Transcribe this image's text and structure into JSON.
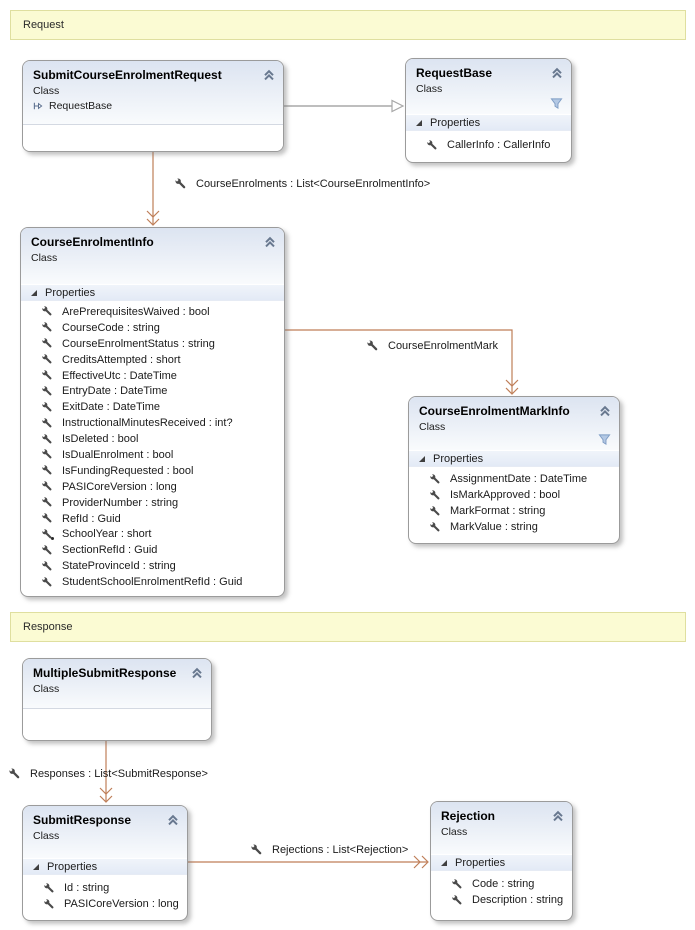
{
  "banners": {
    "request": "Request",
    "response": "Response"
  },
  "classes": {
    "submit_course_enrolment_request": {
      "title": "SubmitCourseEnrolmentRequest",
      "stereotype": "Class",
      "inherits": "RequestBase"
    },
    "request_base": {
      "title": "RequestBase",
      "stereotype": "Class",
      "section": "Properties",
      "has_filter": true,
      "properties": [
        {
          "icon": "wrench",
          "label": "CallerInfo : CallerInfo"
        }
      ]
    },
    "course_enrolment_info": {
      "title": "CourseEnrolmentInfo",
      "stereotype": "Class",
      "section": "Properties",
      "has_filter": false,
      "properties": [
        {
          "icon": "wrench",
          "label": "ArePrerequisitesWaived : bool"
        },
        {
          "icon": "wrench",
          "label": "CourseCode : string"
        },
        {
          "icon": "wrench",
          "label": "CourseEnrolmentStatus : string"
        },
        {
          "icon": "wrench",
          "label": "CreditsAttempted : short"
        },
        {
          "icon": "wrench",
          "label": "EffectiveUtc : DateTime"
        },
        {
          "icon": "wrench",
          "label": "EntryDate : DateTime"
        },
        {
          "icon": "wrench",
          "label": "ExitDate : DateTime"
        },
        {
          "icon": "wrench",
          "label": "InstructionalMinutesReceived : int?"
        },
        {
          "icon": "wrench",
          "label": "IsDeleted : bool"
        },
        {
          "icon": "wrench",
          "label": "IsDualEnrolment : bool"
        },
        {
          "icon": "wrench",
          "label": "IsFundingRequested : bool"
        },
        {
          "icon": "wrench",
          "label": "PASICoreVersion : long"
        },
        {
          "icon": "wrench",
          "label": "ProviderNumber : string"
        },
        {
          "icon": "wrench",
          "label": "RefId : Guid"
        },
        {
          "icon": "wrench-modifier",
          "label": "SchoolYear : short"
        },
        {
          "icon": "wrench",
          "label": "SectionRefId : Guid"
        },
        {
          "icon": "wrench",
          "label": "StateProvinceId : string"
        },
        {
          "icon": "wrench",
          "label": "StudentSchoolEnrolmentRefId : Guid"
        }
      ]
    },
    "course_enrolment_mark_info": {
      "title": "CourseEnrolmentMarkInfo",
      "stereotype": "Class",
      "section": "Properties",
      "has_filter": true,
      "properties": [
        {
          "icon": "wrench",
          "label": "AssignmentDate : DateTime"
        },
        {
          "icon": "wrench",
          "label": "IsMarkApproved : bool"
        },
        {
          "icon": "wrench",
          "label": "MarkFormat : string"
        },
        {
          "icon": "wrench",
          "label": "MarkValue : string"
        }
      ]
    },
    "multiple_submit_response": {
      "title": "MultipleSubmitResponse",
      "stereotype": "Class"
    },
    "submit_response": {
      "title": "SubmitResponse",
      "stereotype": "Class",
      "section": "Properties",
      "has_filter": false,
      "properties": [
        {
          "icon": "wrench",
          "label": "Id : string"
        },
        {
          "icon": "wrench",
          "label": "PASICoreVersion : long"
        }
      ]
    },
    "rejection": {
      "title": "Rejection",
      "stereotype": "Class",
      "section": "Properties",
      "has_filter": false,
      "properties": [
        {
          "icon": "wrench",
          "label": "Code : string"
        },
        {
          "icon": "wrench",
          "label": "Description : string"
        }
      ]
    }
  },
  "connectors": {
    "course_enrolments": {
      "type": "association",
      "label": "CourseEnrolments : List<CourseEnrolmentInfo>"
    },
    "course_enrolment_mark": {
      "type": "association",
      "label": "CourseEnrolmentMark"
    },
    "responses": {
      "type": "association",
      "label": "Responses : List<SubmitResponse>"
    },
    "rejections": {
      "type": "association",
      "label": "Rejections : List<Rejection>"
    },
    "inheritance": {
      "type": "inheritance",
      "from": "SubmitCourseEnrolmentRequest",
      "to": "RequestBase"
    }
  },
  "colors": {
    "association": "#bf7e58",
    "inheritance": "#a8a8a8",
    "banner_bg": "#fbfbd3",
    "banner_border": "#dfdf9f",
    "header_gradient_top": "#dce4f1",
    "properties_band": "#e7edf7"
  }
}
